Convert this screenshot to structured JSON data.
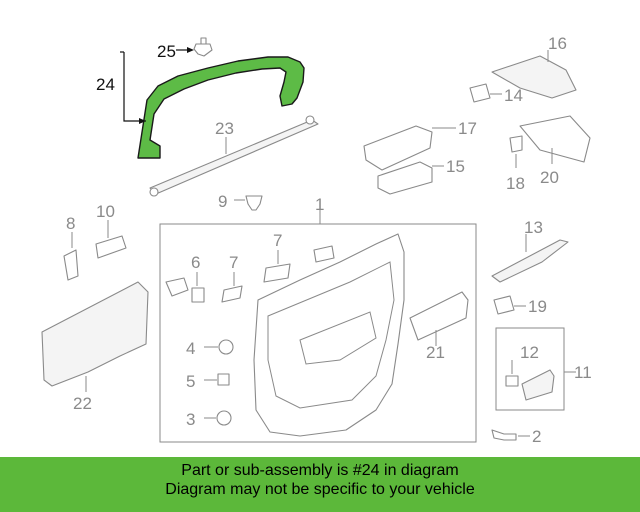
{
  "colors": {
    "highlight": "#5dbb46",
    "banner": "#5cb83a",
    "line": "#8a8a8a"
  },
  "callouts": {
    "c1": "1",
    "c2": "2",
    "c3": "3",
    "c4": "4",
    "c5": "5",
    "c6": "6",
    "c7a": "7",
    "c7b": "7",
    "c8": "8",
    "c9": "9",
    "c10": "10",
    "c11": "11",
    "c12": "12",
    "c13": "13",
    "c14": "14",
    "c15": "15",
    "c16": "16",
    "c17": "17",
    "c18": "18",
    "c19": "19",
    "c20": "20",
    "c21": "21",
    "c22": "22",
    "c23": "23",
    "c24": "24",
    "c25": "25"
  },
  "banner": {
    "line1": "Part or sub-assembly is #24 in diagram",
    "line2": "Diagram may not be specific to your vehicle"
  }
}
